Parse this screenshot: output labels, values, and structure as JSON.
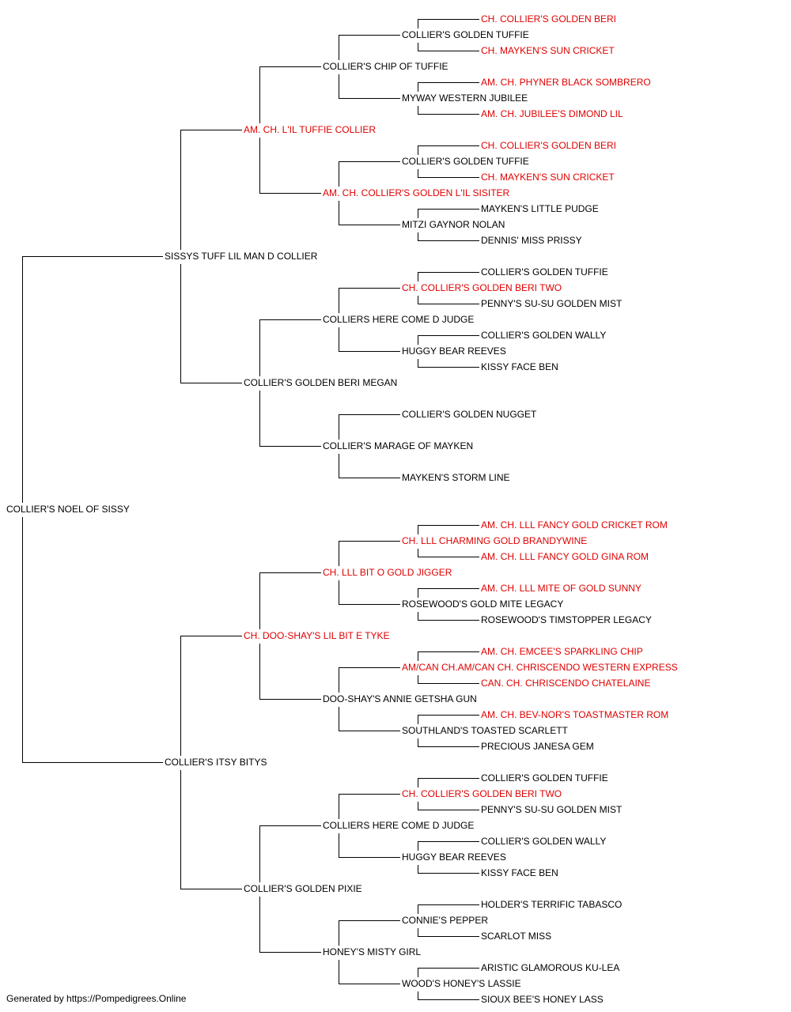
{
  "colors": {
    "champion": "#e00000",
    "normal": "#000000",
    "line": "#000000"
  },
  "tree": {
    "name": "COLLIER'S NOEL OF SISSY",
    "ch": false,
    "sire": {
      "name": "SISSYS TUFF LIL MAN D COLLIER",
      "ch": false,
      "sire": {
        "name": "AM. CH. L'IL TUFFIE COLLIER",
        "ch": true,
        "sire": {
          "name": "COLLIER'S CHIP OF TUFFIE",
          "ch": false,
          "sire": {
            "name": "COLLIER'S GOLDEN TUFFIE",
            "ch": false,
            "sire": {
              "name": "CH. COLLIER'S GOLDEN BERI",
              "ch": true
            },
            "dam": {
              "name": "CH. MAYKEN'S SUN CRICKET",
              "ch": true
            }
          },
          "dam": {
            "name": "MYWAY WESTERN JUBILEE",
            "ch": false,
            "sire": {
              "name": "AM. CH. PHYNER BLACK SOMBRERO",
              "ch": true
            },
            "dam": {
              "name": "AM. CH. JUBILEE'S DIMOND LIL",
              "ch": true
            }
          }
        },
        "dam": {
          "name": "AM. CH. COLLIER'S GOLDEN L'IL SISITER",
          "ch": true,
          "sire": {
            "name": "COLLIER'S GOLDEN TUFFIE",
            "ch": false,
            "sire": {
              "name": "CH. COLLIER'S GOLDEN BERI",
              "ch": true
            },
            "dam": {
              "name": "CH. MAYKEN'S SUN CRICKET",
              "ch": true
            }
          },
          "dam": {
            "name": "MITZI GAYNOR NOLAN",
            "ch": false,
            "sire": {
              "name": "MAYKEN'S LITTLE PUDGE",
              "ch": false
            },
            "dam": {
              "name": "DENNIS' MISS PRISSY",
              "ch": false
            }
          }
        }
      },
      "dam": {
        "name": "COLLIER'S GOLDEN BERI MEGAN",
        "ch": false,
        "sire": {
          "name": "COLLIERS HERE COME D JUDGE",
          "ch": false,
          "sire": {
            "name": "CH. COLLIER'S GOLDEN BERI TWO",
            "ch": true,
            "sire": {
              "name": "COLLIER'S GOLDEN TUFFIE",
              "ch": false
            },
            "dam": {
              "name": "PENNY'S SU-SU GOLDEN MIST",
              "ch": false
            }
          },
          "dam": {
            "name": "HUGGY BEAR REEVES",
            "ch": false,
            "sire": {
              "name": "COLLIER'S GOLDEN WALLY",
              "ch": false
            },
            "dam": {
              "name": "KISSY FACE BEN",
              "ch": false
            }
          }
        },
        "dam": {
          "name": "COLLIER'S MARAGE OF MAYKEN",
          "ch": false,
          "sire": {
            "name": "COLLIER'S GOLDEN NUGGET",
            "ch": false
          },
          "dam": {
            "name": "MAYKEN'S STORM LINE",
            "ch": false
          }
        }
      }
    },
    "dam": {
      "name": "COLLIER'S ITSY BITYS",
      "ch": false,
      "sire": {
        "name": "CH. DOO-SHAY'S LIL BIT E TYKE",
        "ch": true,
        "sire": {
          "name": "CH. LLL BIT O GOLD JIGGER",
          "ch": true,
          "sire": {
            "name": "CH. LLL CHARMING GOLD BRANDYWINE",
            "ch": true,
            "sire": {
              "name": "AM. CH. LLL FANCY GOLD CRICKET ROM",
              "ch": true
            },
            "dam": {
              "name": "AM. CH. LLL FANCY GOLD GINA ROM",
              "ch": true
            }
          },
          "dam": {
            "name": "ROSEWOOD'S GOLD MITE LEGACY",
            "ch": false,
            "sire": {
              "name": "AM. CH. LLL MITE OF GOLD SUNNY",
              "ch": true
            },
            "dam": {
              "name": "ROSEWOOD'S TIMSTOPPER LEGACY",
              "ch": false
            }
          }
        },
        "dam": {
          "name": "DOO-SHAY'S ANNIE GETSHA GUN",
          "ch": false,
          "sire": {
            "name": "AM/CAN CH.AM/CAN CH. CHRISCENDO WESTERN EXPRESS",
            "ch": true,
            "sire": {
              "name": "AM. CH. EMCEE'S SPARKLING CHIP",
              "ch": true
            },
            "dam": {
              "name": "CAN. CH. CHRISCENDO CHATELAINE",
              "ch": true
            }
          },
          "dam": {
            "name": "SOUTHLAND'S TOASTED SCARLETT",
            "ch": false,
            "sire": {
              "name": "AM. CH. BEV-NOR'S TOASTMASTER ROM",
              "ch": true
            },
            "dam": {
              "name": "PRECIOUS JANESA GEM",
              "ch": false
            }
          }
        }
      },
      "dam": {
        "name": "COLLIER'S GOLDEN PIXIE",
        "ch": false,
        "sire": {
          "name": "COLLIERS HERE COME D JUDGE",
          "ch": false,
          "sire": {
            "name": "CH. COLLIER'S GOLDEN BERI TWO",
            "ch": true,
            "sire": {
              "name": "COLLIER'S GOLDEN TUFFIE",
              "ch": false
            },
            "dam": {
              "name": "PENNY'S SU-SU GOLDEN MIST",
              "ch": false
            }
          },
          "dam": {
            "name": "HUGGY BEAR REEVES",
            "ch": false,
            "sire": {
              "name": "COLLIER'S GOLDEN WALLY",
              "ch": false
            },
            "dam": {
              "name": "KISSY FACE BEN",
              "ch": false
            }
          }
        },
        "dam": {
          "name": "HONEY'S MISTY GIRL",
          "ch": false,
          "sire": {
            "name": "CONNIE'S PEPPER",
            "ch": false,
            "sire": {
              "name": "HOLDER'S TERRIFIC TABASCO",
              "ch": false
            },
            "dam": {
              "name": "SCARLOT MISS",
              "ch": false
            }
          },
          "dam": {
            "name": "WOOD'S HONEY'S LASSIE",
            "ch": false,
            "sire": {
              "name": "ARISTIC GLAMOROUS KU-LEA",
              "ch": false
            },
            "dam": {
              "name": "SIOUX BEE'S HONEY LASS",
              "ch": false
            }
          }
        }
      }
    }
  },
  "footer": "Generated by https://Pompedigrees.Online"
}
